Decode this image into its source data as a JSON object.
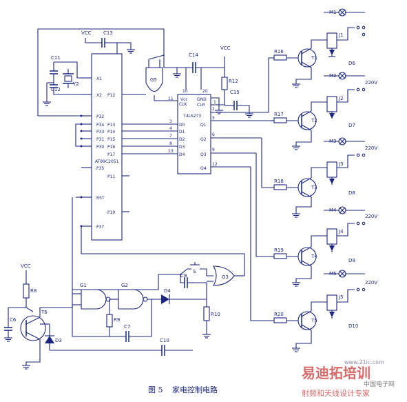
{
  "caption": {
    "figure": "图 5",
    "title": "家电控制电路"
  },
  "mcu": {
    "name": "AT89C2051",
    "pins": [
      "X1",
      "X2",
      "P32",
      "P34",
      "P33",
      "P31",
      "P30",
      "P35",
      "RST",
      "P37",
      "P12",
      "P13",
      "P14",
      "P15",
      "P16",
      "P17",
      "P11",
      "P10"
    ]
  },
  "latch": {
    "name": "74LS273",
    "pins_left": [
      "Vcc",
      "CLK",
      "D0",
      "D1",
      "D2",
      "D3",
      "D4"
    ],
    "pins_right": [
      "GND",
      "CLR",
      "Q1",
      "Q2",
      "Q3",
      "Q4"
    ],
    "pin_numbers": [
      "10",
      "20",
      "11",
      "2",
      "3",
      "4",
      "7",
      "8",
      "13",
      "5",
      "6",
      "9",
      "12",
      "1"
    ]
  },
  "supply": {
    "vcc": "VCC",
    "mains": "220V"
  },
  "gates": [
    "G1",
    "G2",
    "G3",
    "G5"
  ],
  "capacitors": [
    "C13",
    "C11",
    "C12",
    "C14",
    "C15",
    "C6",
    "C7",
    "C9",
    "C10"
  ],
  "resistors": [
    "R16",
    "R17",
    "R18",
    "R19",
    "R20",
    "R12",
    "R8",
    "R9",
    "R10"
  ],
  "crystal": "Y2",
  "transistors": [
    "T1",
    "T2",
    "T3",
    "T4",
    "T5",
    "T6"
  ],
  "relays": [
    "J1",
    "J2",
    "J3",
    "J4",
    "J5"
  ],
  "lamps": [
    "M1",
    "M2",
    "M3",
    "M4",
    "M5"
  ],
  "diodes": [
    "D6",
    "D7",
    "D8",
    "D9",
    "D10",
    "D3",
    "D4"
  ],
  "switch": "S",
  "watermark": {
    "logo_cn": "易迪拓培训",
    "sub_cn": "射频和天线设计专家",
    "badge_cn": "中国电子网",
    "url": "www.21ic.com"
  }
}
